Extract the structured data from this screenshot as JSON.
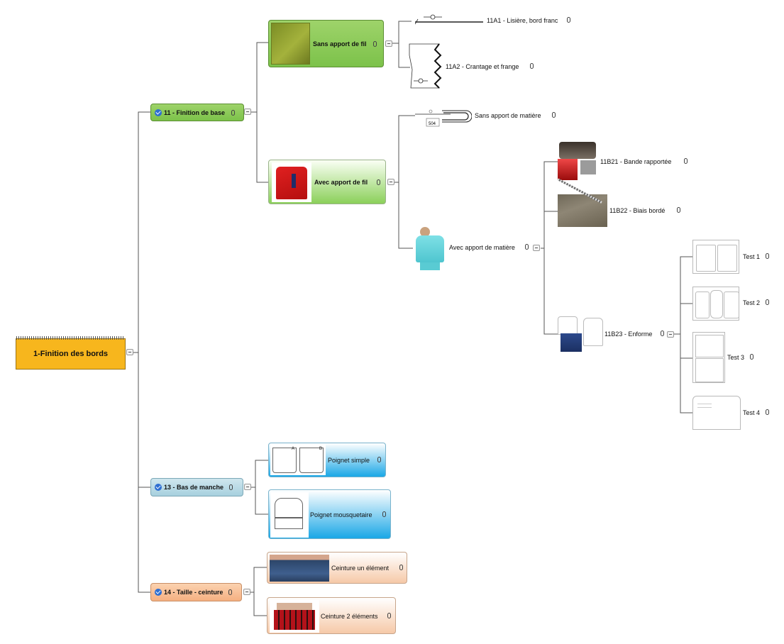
{
  "root": {
    "label": "1-Finition des bords",
    "color": "#f7b61d"
  },
  "branches": {
    "b11": {
      "label": "11 - Finition de base"
    },
    "b13": {
      "label": "13 - Bas de manche"
    },
    "b14": {
      "label": "14 - Taille - ceinture"
    }
  },
  "nodes": {
    "sans_apport_fil": "Sans apport de fil",
    "avec_apport_fil": "Avec apport de fil",
    "t11a1": "11A1 - Lisière, bord franc",
    "t11a2": "11A2 - Crantage et frange",
    "sans_apport_matiere": "Sans apport de matière",
    "avec_apport_matiere": "Avec apport de matière",
    "t11b21": "11B21 - Bande rapportée",
    "t11b22": "11B22 - Biais bordé",
    "t11b23": "11B23 - Enforme",
    "test1": "Test 1",
    "test2": "Test 2",
    "test3": "Test 3",
    "test4": "Test 4",
    "poignet_simple": "Poignet simple",
    "poignet_mousquetaire": "Poignet mousquetaire",
    "ceinture_un": "Ceinture un élément",
    "ceinture_deux": "Ceinture 2 éléments"
  },
  "icons": {
    "attachment": "paperclip-icon",
    "task_done": "check-circle-icon",
    "collapse": "minus-toggle-icon"
  },
  "colors": {
    "branch_11": "#7cc24a",
    "branch_13": "#a7d0de",
    "branch_14": "#f5b081",
    "blue_child": "#1aa7e6",
    "task_check": "#2e6fd2"
  },
  "photo_labels": {
    "sans_apport_matiere_code": "504",
    "poignet_a": "A",
    "poignet_b": "B"
  }
}
